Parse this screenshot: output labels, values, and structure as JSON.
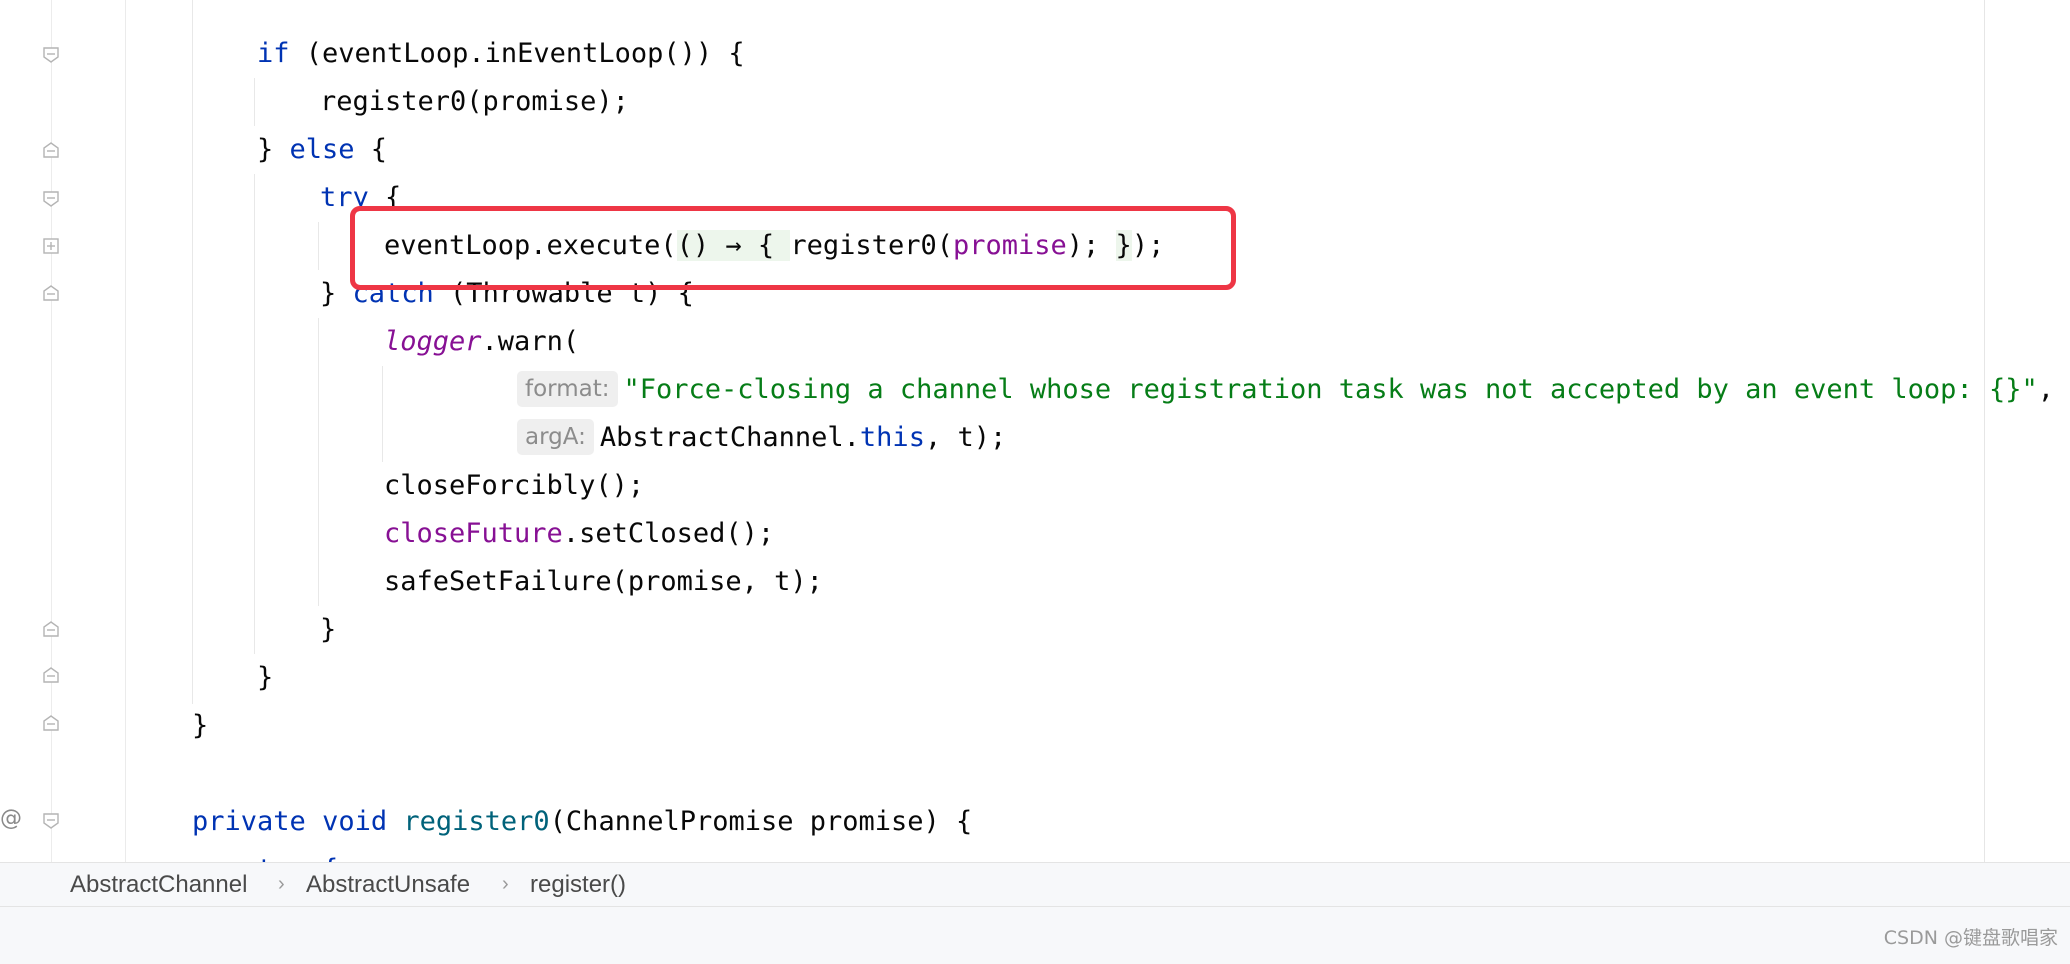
{
  "editor": {
    "gutter_annotation": "@",
    "lines": {
      "l1": {
        "kw_if": "if",
        "rest": " (eventLoop.inEventLoop()) {"
      },
      "l2": {
        "text": "register0(promise);"
      },
      "l3": {
        "brace": "} ",
        "kw_else": "else",
        "rest": " {"
      },
      "l4": {
        "kw_try": "try",
        "rest": " {"
      },
      "l5": {
        "a": "eventLoop.execute(",
        "lambda": "() → { ",
        "b": "register0(",
        "field": "promise",
        "c": "); ",
        "close": "}",
        "d": ");"
      },
      "l6": {
        "brace": "} ",
        "kw_catch": "catch",
        "rest": " (Throwable t) {"
      },
      "l7": {
        "field": "logger",
        "rest": ".warn("
      },
      "l8": {
        "hint": "format:",
        "string": "\"Force-closing a channel whose registration task was not accepted by an event loop: {}\"",
        "rest": ","
      },
      "l9": {
        "hint": "argA:",
        "a": "AbstractChannel.",
        "kw_this": "this",
        "b": ", t);"
      },
      "l10": {
        "text": "closeForcibly();"
      },
      "l11": {
        "field": "closeFuture",
        "rest": ".setClosed();"
      },
      "l12": {
        "text": "safeSetFailure(promise, t);"
      },
      "l13": {
        "text": "}"
      },
      "l14": {
        "text": "}"
      },
      "l15": {
        "text": "}"
      },
      "l16": {
        "kw_private": "private",
        "kw_void": "void",
        "method": "register0",
        "rest": "(ChannelPromise promise) {"
      },
      "l17": {
        "text": "try {"
      }
    }
  },
  "breadcrumb": {
    "items": [
      "AbstractChannel",
      "AbstractUnsafe",
      "register()"
    ],
    "separator": "›"
  },
  "watermark": "CSDN @键盘歌唱家",
  "colors": {
    "keyword": "#0033b3",
    "field": "#871094",
    "string": "#067d17",
    "method_decl": "#00627a",
    "highlight_box": "#ee3645"
  }
}
